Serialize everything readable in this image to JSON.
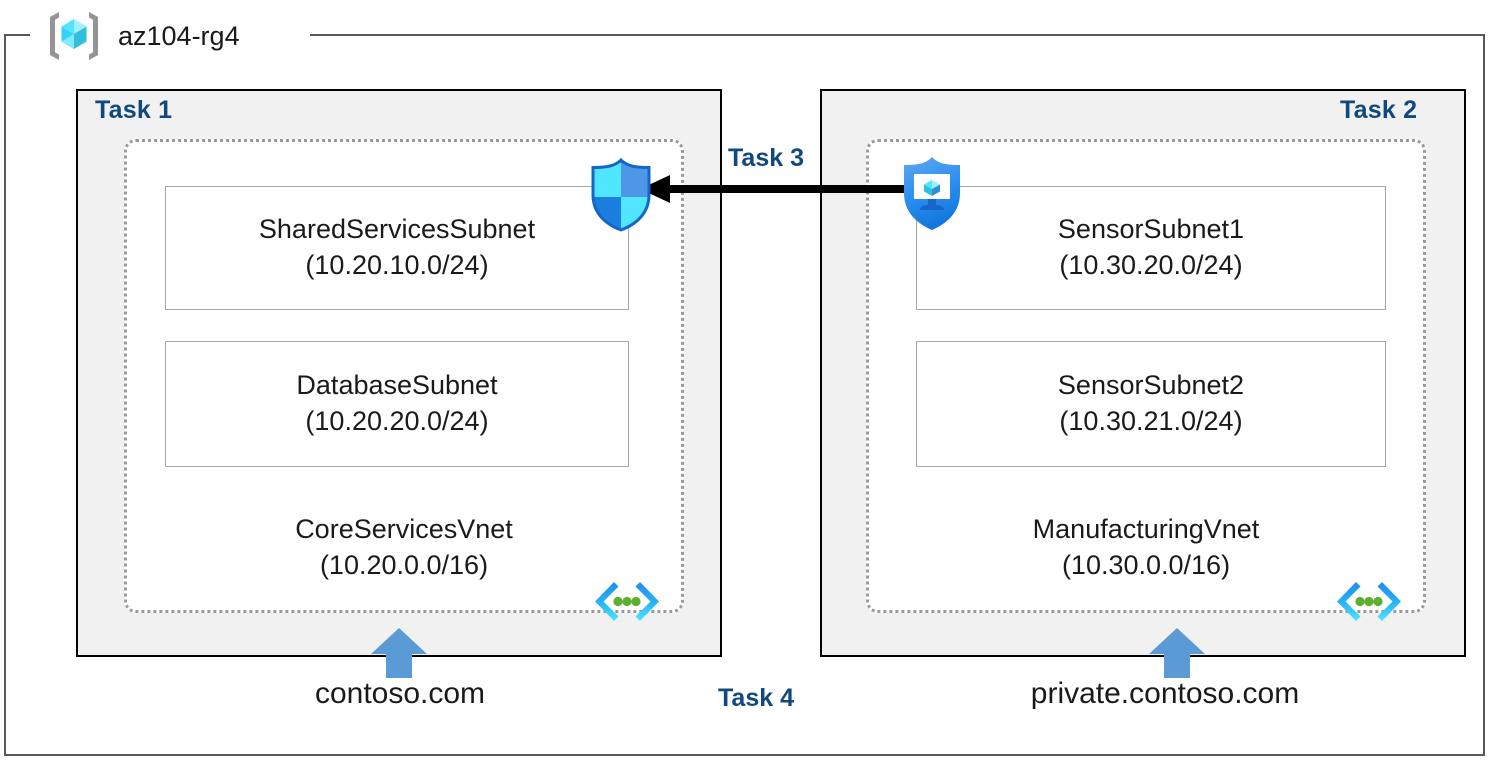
{
  "resource_group": {
    "name": "az104-rg4",
    "icon": "resource-group-cube-icon"
  },
  "tasks": {
    "task1_label": "Task 1",
    "task2_label": "Task 2",
    "task3_label": "Task 3",
    "task4_label": "Task 4"
  },
  "vnets": [
    {
      "id": "core-services",
      "name": "CoreServicesVnet",
      "cidr": "(10.20.0.0/16)",
      "icon": "virtual-network-icon",
      "subnets": [
        {
          "name": "SharedServicesSubnet",
          "cidr": "(10.20.10.0/24)"
        },
        {
          "name": "DatabaseSubnet",
          "cidr": "(10.20.20.0/24)"
        }
      ],
      "dns_zone": "contoso.com"
    },
    {
      "id": "manufacturing",
      "name": "ManufacturingVnet",
      "cidr": "(10.30.0.0/16)",
      "icon": "virtual-network-icon",
      "subnets": [
        {
          "name": "SensorSubnet1",
          "cidr": "(10.30.20.0/24)"
        },
        {
          "name": "SensorSubnet2",
          "cidr": "(10.30.21.0/24)"
        }
      ],
      "dns_zone": "private.contoso.com"
    }
  ],
  "icons": {
    "firewall": "azure-shield-icon",
    "bastion_vm": "vm-shield-icon",
    "peering_arrow": "peering-arrow-left-icon",
    "dns_arrow": "dns-link-arrow-up-icon"
  },
  "colors": {
    "task_label": "#11497e",
    "task_box_fill": "#f1f1f1",
    "task_box_border": "#000000",
    "vnet_border": "#9a9a9a",
    "subnet_border": "#a6a6a6",
    "frame_border": "#595959",
    "dns_arrow": "#5b9bd5",
    "peer_arrow": "#000000",
    "cube_cyan": "#50e6ff",
    "cube_blue": "#32bedd",
    "shield_blue": "#1f8bef",
    "shield_cyan": "#50e6ff",
    "vnet_icon_blue": "#1f8bef",
    "vnet_icon_cyan": "#32d4f5",
    "vnet_icon_dot": "#5cb030"
  }
}
